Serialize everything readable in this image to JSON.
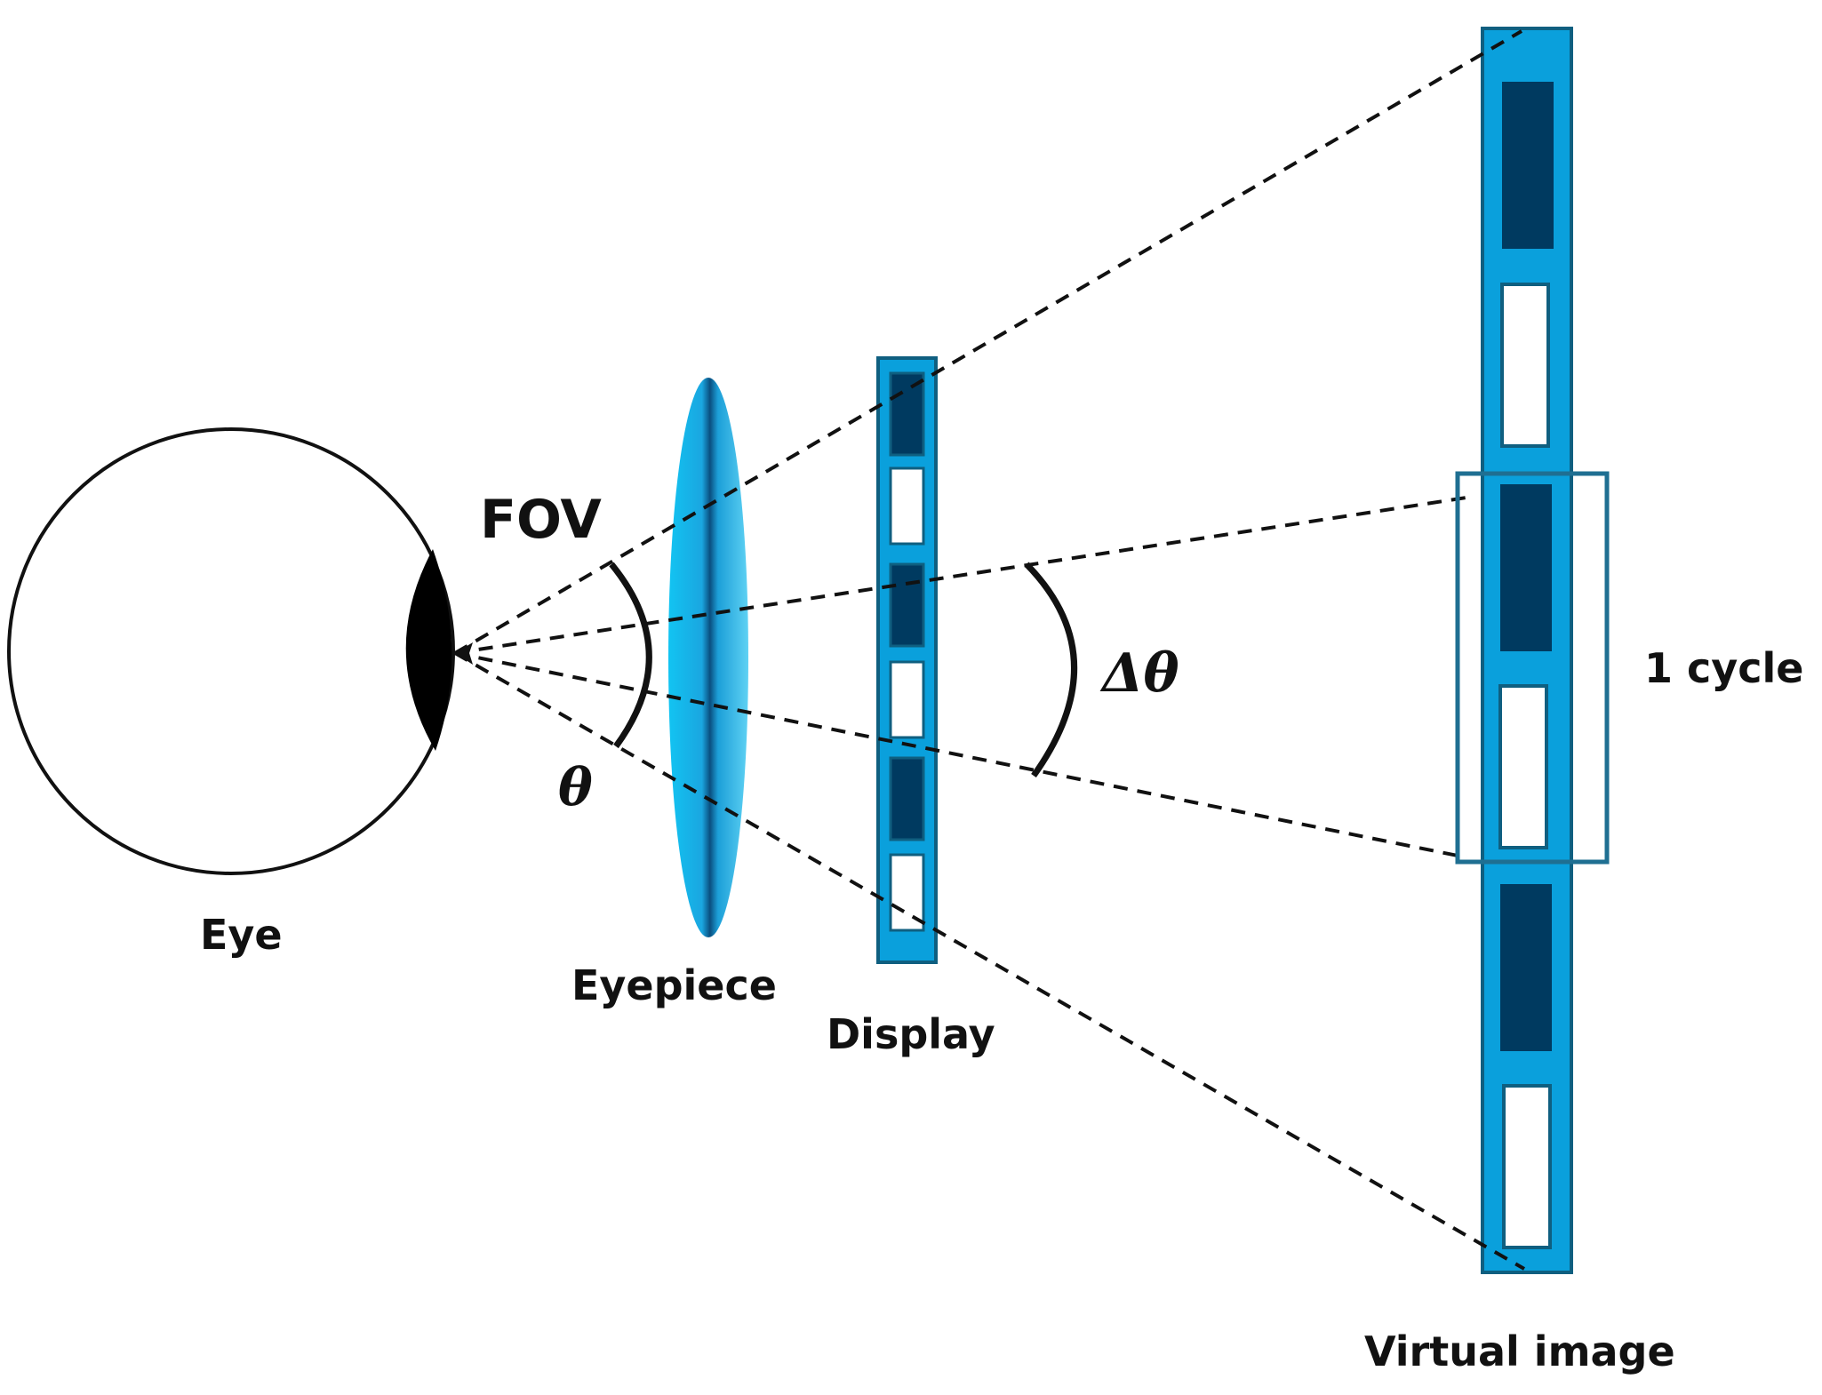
{
  "labels": {
    "eye": "Eye",
    "eyepiece": "Eyepiece",
    "display": "Display",
    "virtual_image": "Virtual image",
    "fov": "FOV",
    "theta": "θ",
    "delta_theta": "Δθ",
    "one_cycle": "1 cycle"
  },
  "colors": {
    "panel": "#0aa0dc",
    "panel_border": "#0f5f80",
    "dark_pixel": "#003a60",
    "light_pixel": "#ffffff",
    "lens_edge": "#1ec8f0",
    "lens_center": "#0a5a8c",
    "cycle_box": "#1f6f92",
    "lines": "#111111"
  }
}
